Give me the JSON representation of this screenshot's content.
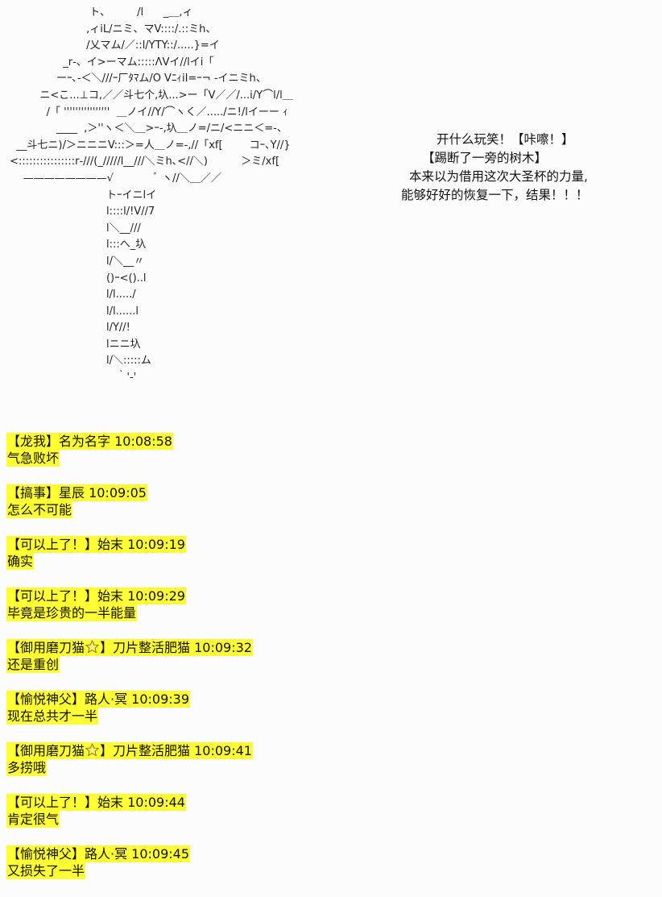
{
  "ascii_art": "                         ト、        /l      _＿,ィ\n                        ,ィiL/ニミ、マV::::/.::ミh、\n                        /乂マム/／::l/YTY::/.....}=イ\n                 _r‐、イ>ーマム:::::ΛVイ//lイi「\n               ーｰ､-＜＼///ｰ厂ﾀﾏム/O VﾆｨiI=ｰ¬ ‐イニミh、\n          ニ<こ...⊥コ,／／斗七个,圦...>ー「V／／/...i/Y⌒l/l＿\n            /「 ''''''''''''''''  ＿ノイ//Y/⌒ヽく／...../ニ!/lイーー ｨ\n               ____  ,＞''ヽ＜＼＿>ｰ-,圦＿ノ=/ニ/<ニニ＜=-、\n   __斗七ニ)/＞ニニニV:::＞=人＿ノ=-,//「xf[        コｰ､Y//}\n <::::::::::::::::r‐///(_/////l__///＼ミh､<//＼)          ＞ミ/xf[\n     ————————√            ﾞ ヽ//＼＿／／\n                              トｰイニlイ\n                              l::::l/!V//7\n                              l＼__///\n                              l:::へ_圦\n                              l/＼__〃\n                              ()ｰ<()..l\n                              l/l...../\n                              l/l......l\n                              l/Y//!\n                              lニニ圦\n                              l/＼:::::ム\n                                 ｀'‐'",
  "dialogue": [
    "开什么玩笑！【咔嚓！】",
    "【踢断了一旁的树木】",
    "本来以为借用这次大圣杯的力量,",
    "能够好好的恢复一下，结果！！！"
  ],
  "messages": [
    {
      "header": "【龙我】名为名字 10:08:58",
      "text": "气急败坏"
    },
    {
      "header": "【搞事】星辰 10:09:05",
      "text": "怎么不可能"
    },
    {
      "header": "【可以上了！】始末 10:09:19",
      "text": "确实"
    },
    {
      "header": "【可以上了！】始末 10:09:29",
      "text": "毕竟是珍贵的一半能量"
    },
    {
      "header_pre": "【御用磨刀猫",
      "header_post": "】刀片整活肥猫 10:09:32",
      "icon": "star-icon",
      "text": "还是重创"
    },
    {
      "header": "【愉悦神父】路人·冥 10:09:39",
      "text": "现在总共才一半"
    },
    {
      "header_pre": "【御用磨刀猫",
      "header_post": "】刀片整活肥猫 10:09:41",
      "icon": "star-icon",
      "text": "多捞哦"
    },
    {
      "header": "【可以上了！】始末 10:09:44",
      "text": "肯定很气"
    },
    {
      "header": "【愉悦神父】路人·冥 10:09:45",
      "text": "又损失了一半"
    }
  ],
  "colors": {
    "highlight": "#ffff33",
    "star_fill": "#fff07a",
    "star_stroke": "#8a7a00"
  }
}
